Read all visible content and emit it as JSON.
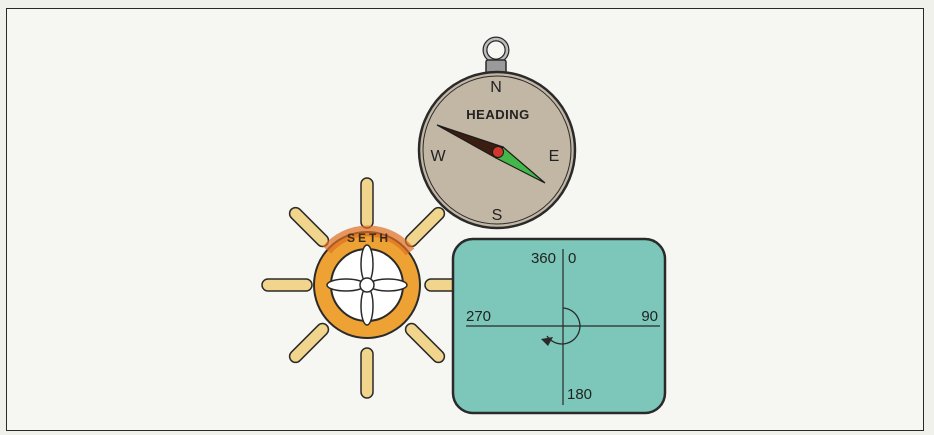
{
  "compass": {
    "title": "HEADING",
    "north": "N",
    "south": "S",
    "east": "E",
    "west": "W"
  },
  "wheel": {
    "name": "SETH"
  },
  "screen": {
    "top_left": "360",
    "top_right": "0",
    "left": "270",
    "right": "90",
    "bottom": "180"
  },
  "colors": {
    "compass_face": "#c2b6a4",
    "needle_dark": "#3a1e12",
    "needle_green": "#43b74a",
    "needle_pivot": "#d3362d",
    "wheel_rim": "#eda233",
    "wheel_spoke": "#f2d58d",
    "screen_fill": "#7cc7b9",
    "outline": "#2a2a2a"
  }
}
